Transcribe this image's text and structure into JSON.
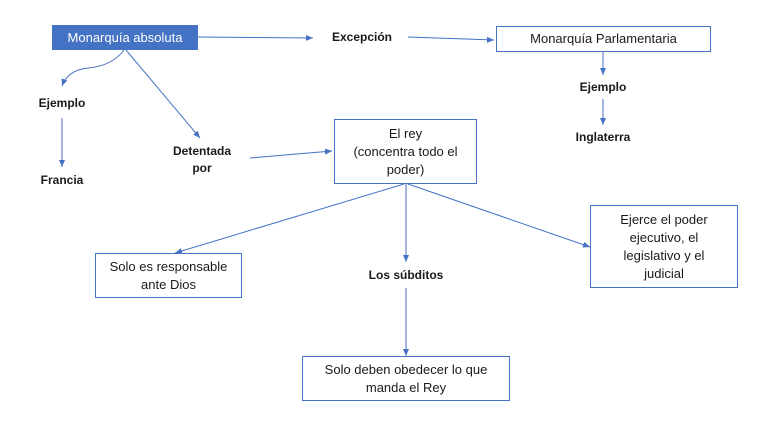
{
  "nodes": {
    "monarquia_absoluta": "Monarquía absoluta",
    "excepcion": "Excepción",
    "monarquia_parlamentaria": "Monarquía Parlamentaria",
    "ejemplo_left": "Ejemplo",
    "francia": "Francia",
    "ejemplo_right": "Ejemplo",
    "inglaterra": "Inglaterra",
    "detentada_por": "Detentada\npor",
    "el_rey": "El rey\n(concentra todo el\npoder)",
    "responsable": "Solo es responsable\nante Dios",
    "subditos": "Los súbditos",
    "ejerce_poder": "Ejerce el poder\nejecutivo, el\nlegislativo y el\njudicial",
    "obedecer": "Solo deben obedecer lo que\nmanda el Rey"
  },
  "colors": {
    "accent": "#4472c4",
    "text": "#1a1a1a",
    "background": "#ffffff"
  }
}
